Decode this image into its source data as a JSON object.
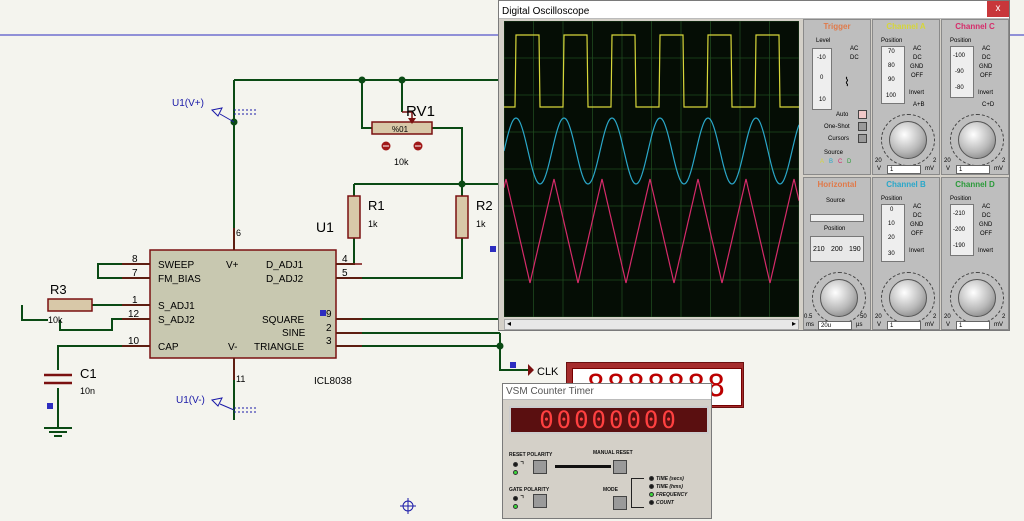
{
  "schematic": {
    "ic_ref": "U1",
    "ic_part": "ICL8038",
    "pins_left": [
      {
        "num": "8",
        "name": "SWEEP"
      },
      {
        "num": "7",
        "name": "FM_BIAS"
      },
      {
        "num": "1",
        "name": "S_ADJ1"
      },
      {
        "num": "12",
        "name": "S_ADJ2"
      },
      {
        "num": "10",
        "name": "CAP"
      }
    ],
    "pins_right": [
      {
        "num": "4",
        "name": "D_ADJ1"
      },
      {
        "num": "5",
        "name": "D_ADJ2"
      },
      {
        "num": "9",
        "name": "SQUARE"
      },
      {
        "num": "2",
        "name": "SINE"
      },
      {
        "num": "3",
        "name": "TRIANGLE"
      }
    ],
    "pin_vplus_num": "6",
    "pin_vplus_name": "V+",
    "pin_vminus_num": "11",
    "pin_vminus_name": "V-",
    "rails": {
      "pos": "U1(V+)",
      "neg": "U1(V-)"
    },
    "rv1": {
      "ref": "RV1",
      "value": "10k",
      "setting": "%01"
    },
    "r1": {
      "ref": "R1",
      "value": "1k"
    },
    "r2": {
      "ref": "R2",
      "value": "1k"
    },
    "r3": {
      "ref": "R3",
      "value": "10k"
    },
    "c1": {
      "ref": "C1",
      "value": "10n"
    },
    "clk_label": "CLK",
    "clk_display": "8888888"
  },
  "oscilloscope": {
    "title": "Digital Oscilloscope",
    "close": "x",
    "colors": {
      "ch_a": "#d6d63a",
      "ch_b": "#2aa7c9",
      "ch_c": "#d62b6a",
      "ch_d": "#2b9a3a",
      "trigger": "#e07a4a",
      "horizontal": "#e07a4a"
    },
    "trigger": {
      "title": "Trigger",
      "level_label": "Level",
      "level_ticks": [
        "-10",
        "0",
        "10"
      ],
      "ac": "AC",
      "dc": "DC",
      "auto": "Auto",
      "one_shot": "One-Shot",
      "cursors": "Cursors",
      "source_label": "Source",
      "sources": [
        "A",
        "B",
        "C",
        "D"
      ]
    },
    "channel_a": {
      "title": "Channel A",
      "position_label": "Position",
      "position_ticks": [
        "70",
        "80",
        "90",
        "100"
      ],
      "modes": [
        "AC",
        "DC",
        "GND",
        "OFF"
      ],
      "invert": "Invert",
      "combine": "A+B",
      "scale_left": "20",
      "scale_right": "2",
      "unit_left": "V",
      "value": "1",
      "unit_right": "mV"
    },
    "channel_c": {
      "title": "Channel C",
      "position_label": "Position",
      "position_ticks": [
        "-100",
        "-90",
        "-80"
      ],
      "modes": [
        "AC",
        "DC",
        "GND",
        "OFF"
      ],
      "invert": "Invert",
      "combine": "C+D",
      "scale_left": "20",
      "scale_right": "2",
      "unit_left": "V",
      "value": "1",
      "unit_right": "mV"
    },
    "horizontal": {
      "title": "Horizontal",
      "source_label": "Source",
      "position_label": "Position",
      "position_ticks": [
        "210",
        "200",
        "190"
      ],
      "scale_left": "0.5",
      "scale_right": "50",
      "unit_left": "ms",
      "value": "20u",
      "unit_right": "µs"
    },
    "channel_b": {
      "title": "Channel B",
      "position_label": "Position",
      "position_ticks": [
        "0",
        "10",
        "20",
        "30"
      ],
      "modes": [
        "AC",
        "DC",
        "GND",
        "OFF"
      ],
      "invert": "Invert",
      "scale_left": "20",
      "scale_right": "2",
      "unit_left": "V",
      "value": "1",
      "unit_right": "mV"
    },
    "channel_d": {
      "title": "Channel D",
      "position_label": "Position",
      "position_ticks": [
        "-210",
        "-200",
        "-190"
      ],
      "modes": [
        "AC",
        "DC",
        "GND",
        "OFF"
      ],
      "invert": "Invert",
      "scale_left": "20",
      "scale_right": "2",
      "unit_left": "V",
      "value": "1",
      "unit_right": "mV"
    }
  },
  "counter_timer": {
    "title": "VSM Counter Timer",
    "display": "00000000",
    "reset_polarity": "RESET POLARITY",
    "manual_reset": "MANUAL RESET",
    "gate_polarity": "GATE POLARITY",
    "mode": "MODE",
    "modes": [
      "TIME (secs)",
      "TIME (hms)",
      "FREQUENCY",
      "COUNT"
    ]
  }
}
